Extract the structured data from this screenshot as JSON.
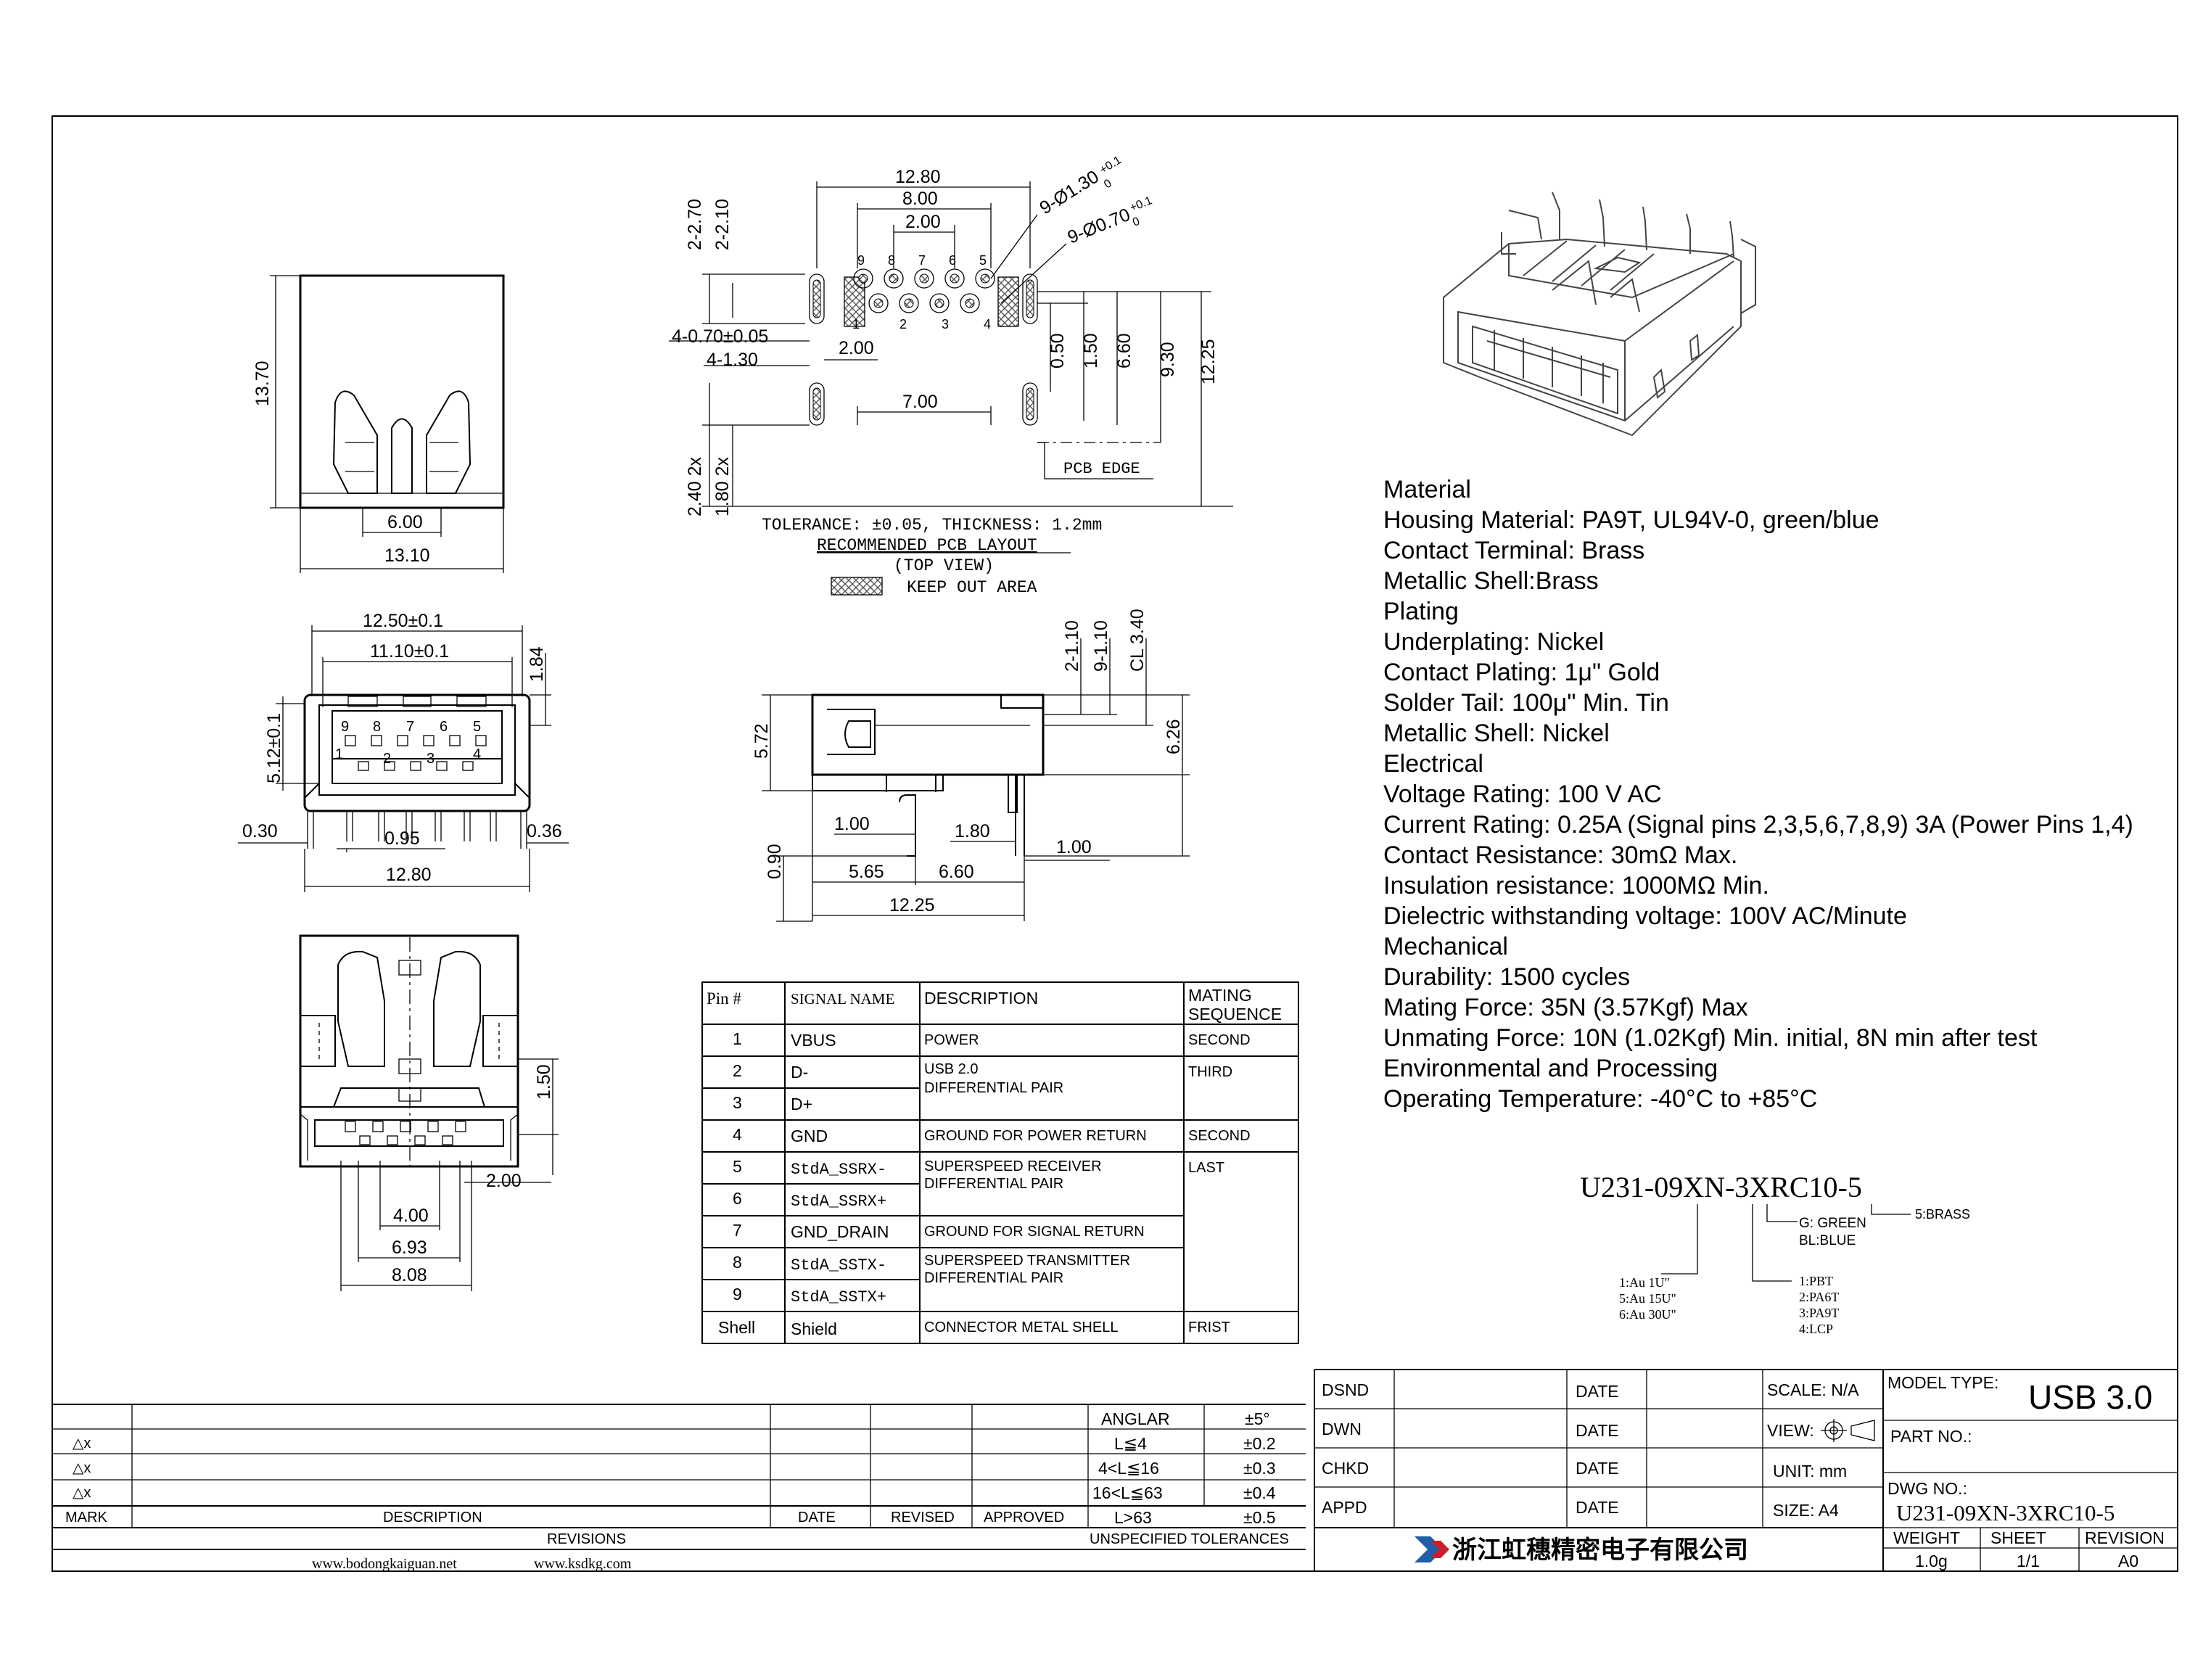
{
  "colors": {
    "ink": "#000000",
    "logo_blue": "#1f5fa8",
    "logo_red": "#c8202a"
  },
  "top_left_view": {
    "height": "13.70",
    "inner": "6.00",
    "width": "13.10"
  },
  "pcb_layout": {
    "dims": {
      "w1280": "12.80",
      "w800": "8.00",
      "w200": "2.00",
      "h270": "2-2.70",
      "h210": "2-2.10",
      "hole130": "9-Ø1.30",
      "hole130_tol_up": "+0.1",
      "hole130_tol_dn": "0",
      "hole070": "9-Ø0.70",
      "hole070_tol_up": "+0.1",
      "hole070_tol_dn": "0",
      "slot070": "4-0.70±0.05",
      "slot130": "4-1.30",
      "d200b": "2.00",
      "d700": "7.00",
      "d050": "0.50",
      "d150": "1.50",
      "d660": "6.60",
      "d930": "9.30",
      "d1225": "12.25",
      "d240": "2.40 2x",
      "d180": "1.80 2x",
      "pcb_edge": "PCB EDGE"
    },
    "pin_numbers_top": [
      "9",
      "8",
      "7",
      "6",
      "5"
    ],
    "pin_numbers_bottom": [
      "1",
      "2",
      "3",
      "4"
    ],
    "tolerance": "TOLERANCE: ±0.05, THICKNESS: 1.2mm",
    "title": "RECOMMENDED PCB LAYOUT",
    "subtitle": "(TOP VIEW)",
    "keepout": "KEEP OUT AREA"
  },
  "front_view": {
    "d1250": "12.50±0.1",
    "d1110": "11.10±0.1",
    "d184": "1.84",
    "d512": "5.12±0.1",
    "d030": "0.30",
    "d095": "0.95",
    "d036": "0.36",
    "d1280": "12.80",
    "pins_top": [
      "9",
      "8",
      "7",
      "6",
      "5"
    ],
    "pins_bottom": [
      "1",
      "2",
      "3",
      "4"
    ]
  },
  "side_view": {
    "d2110": "2-1.10",
    "d9110": "9-1.10",
    "dcl340": "CL 3.40",
    "d572": "5.72",
    "d626": "6.26",
    "d100a": "1.00",
    "d180": "1.80",
    "d100b": "1.00",
    "d090": "0.90",
    "d565": "5.65",
    "d660": "6.60",
    "d1225": "12.25"
  },
  "bottom_view": {
    "d150": "1.50",
    "d200": "2.00",
    "d400": "4.00",
    "d693": "6.93",
    "d808": "8.08"
  },
  "pin_table": {
    "headers": [
      "Pin #",
      "SIGNAL NAME",
      "DESCRIPTION",
      "MATING",
      "SEQUENCE"
    ],
    "pins": [
      "1",
      "2",
      "3",
      "4",
      "5",
      "6",
      "7",
      "8",
      "9",
      "Shell"
    ],
    "signals": [
      "VBUS",
      "D-",
      "D+",
      "GND",
      "StdA_SSRX-",
      "StdA_SSRX+",
      "GND_DRAIN",
      "StdA_SSTX-",
      "StdA_SSTX+",
      "Shield"
    ],
    "descriptions": [
      [
        "POWER"
      ],
      [
        "USB 2.0",
        "DIFFERENTIAL PAIR"
      ],
      [
        "GROUND FOR POWER RETURN"
      ],
      [
        "SUPERSPEED RECEIVER",
        "DIFFERENTIAL PAIR"
      ],
      [
        "GROUND FOR SIGNAL RETURN"
      ],
      [
        "SUPERSPEED TRANSMITTER",
        "DIFFERENTIAL PAIR"
      ],
      [
        "CONNECTOR METAL SHELL"
      ]
    ],
    "mating": [
      "SECOND",
      "THIRD",
      "SECOND",
      "LAST",
      "FRIST"
    ]
  },
  "specs": [
    "Material",
    "Housing Material: PA9T, UL94V-0, green/blue",
    "Contact Terminal: Brass",
    "Metallic Shell:Brass",
    "Plating",
    "Underplating: Nickel",
    "Contact Plating: 1μ\" Gold",
    "Solder Tail: 100μ\" Min. Tin",
    "Metallic Shell: Nickel",
    "Electrical",
    "Voltage Rating: 100 V AC",
    "Current Rating: 0.25A (Signal pins 2,3,5,6,7,8,9) 3A (Power Pins 1,4)",
    "Contact Resistance: 30mΩ Max.",
    "Insulation resistance: 1000MΩ Min.",
    "Dielectric withstanding voltage: 100V AC/Minute",
    "Mechanical",
    "Durability: 1500 cycles",
    "Mating Force: 35N (3.57Kgf) Max",
    "Unmating Force: 10N (1.02Kgf) Min. initial, 8N min after test",
    "Environmental and Processing",
    "Operating Temperature: -40°C to +85°C"
  ],
  "part_code": {
    "code": "U231-09XN-3XRC10-5",
    "brass": "5:BRASS",
    "color": [
      "G: GREEN",
      "BL:BLUE"
    ],
    "plating": [
      "1:Au 1U\"",
      "5:Au 15U\"",
      "6:Au 30U\""
    ],
    "material": [
      "1:PBT",
      "2:PA6T",
      "3:PA9T",
      "4:LCP"
    ]
  },
  "revisions": {
    "marks": [
      "△x",
      "△x",
      "△x"
    ],
    "cols": [
      "MARK",
      "DESCRIPTION",
      "DATE",
      "REVISED",
      "APPROVED"
    ],
    "footer": "REVISIONS",
    "web1": "www.bodongkaiguan.net",
    "web2": "www.ksdkg.com"
  },
  "tolerances": {
    "rows": [
      [
        "ANGLAR",
        "±5°"
      ],
      [
        "L≦4",
        "±0.2"
      ],
      [
        "4<L≦16",
        "±0.3"
      ],
      [
        "16<L≦63",
        "±0.4"
      ],
      [
        "L>63",
        "±0.5"
      ]
    ],
    "footer": "UNSPECIFIED TOLERANCES"
  },
  "title_block": {
    "roles": [
      "DSND",
      "DWN",
      "CHKD",
      "APPD"
    ],
    "date": "DATE",
    "scale": "SCALE: N/A",
    "view": "VIEW:",
    "unit": "UNIT: mm",
    "size": "SIZE: A4",
    "model_label": "MODEL TYPE:",
    "model": "USB 3.0",
    "part_label": "PART NO.:",
    "dwg_label": "DWG NO.:",
    "dwg": "U231-09XN-3XRC10-5",
    "company": "浙江虹穗精密电子有限公司",
    "weight_label": "WEIGHT",
    "weight": "1.0g",
    "sheet_label": "SHEET",
    "sheet": "1/1",
    "revision_label": "REVISION",
    "revision": "A0"
  }
}
